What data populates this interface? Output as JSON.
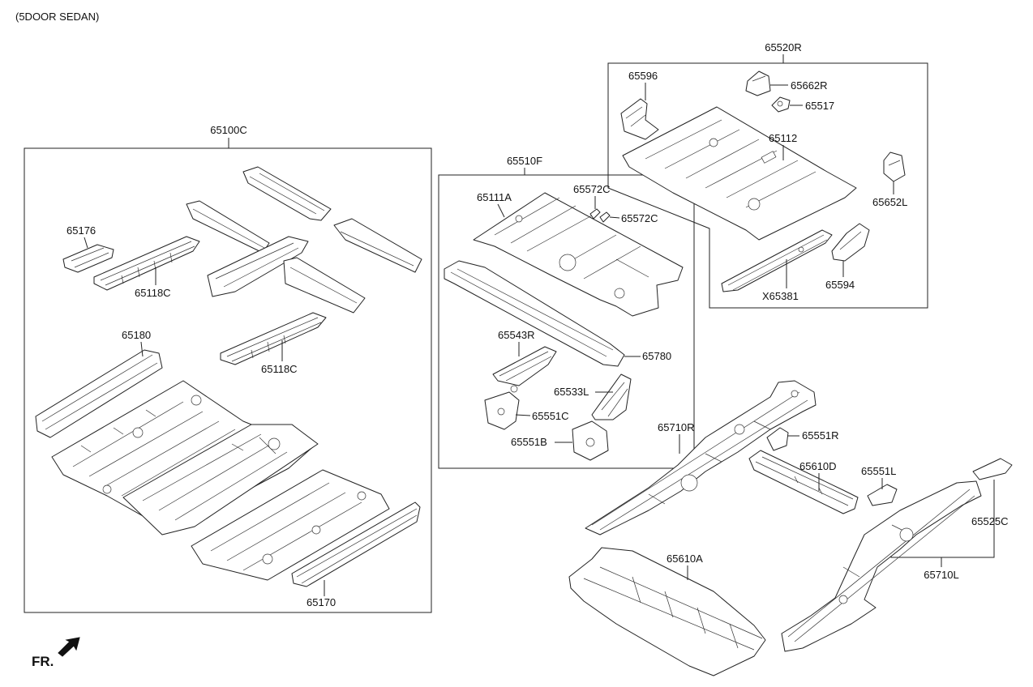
{
  "caption": "(5DOOR SEDAN)",
  "direction_label": "FR.",
  "direction_icon": "front-arrow-icon",
  "colors": {
    "line": "#222222",
    "background": "#ffffff"
  },
  "groups": {
    "front_floor": "65100C",
    "center_floor": "65510F",
    "rear_floor": "65520R",
    "side_member_left": "65710L"
  },
  "parts": {
    "p65176": "65176",
    "p65118C_a": "65118C",
    "p65118C_b": "65118C",
    "p65180": "65180",
    "p65170": "65170",
    "p65111A": "65111A",
    "p65572C_a": "65572C",
    "p65572C_b": "65572C",
    "p65543R": "65543R",
    "p65780": "65780",
    "p65533L": "65533L",
    "p65551C": "65551C",
    "p65551B": "65551B",
    "p65596": "65596",
    "p65662R": "65662R",
    "p65517": "65517",
    "p65112": "65112",
    "p65652L": "65652L",
    "p65594": "65594",
    "pX65381": "X65381",
    "p65710R": "65710R",
    "p65551R": "65551R",
    "p65610D": "65610D",
    "p65551L": "65551L",
    "p65525C": "65525C",
    "p65610A": "65610A"
  }
}
